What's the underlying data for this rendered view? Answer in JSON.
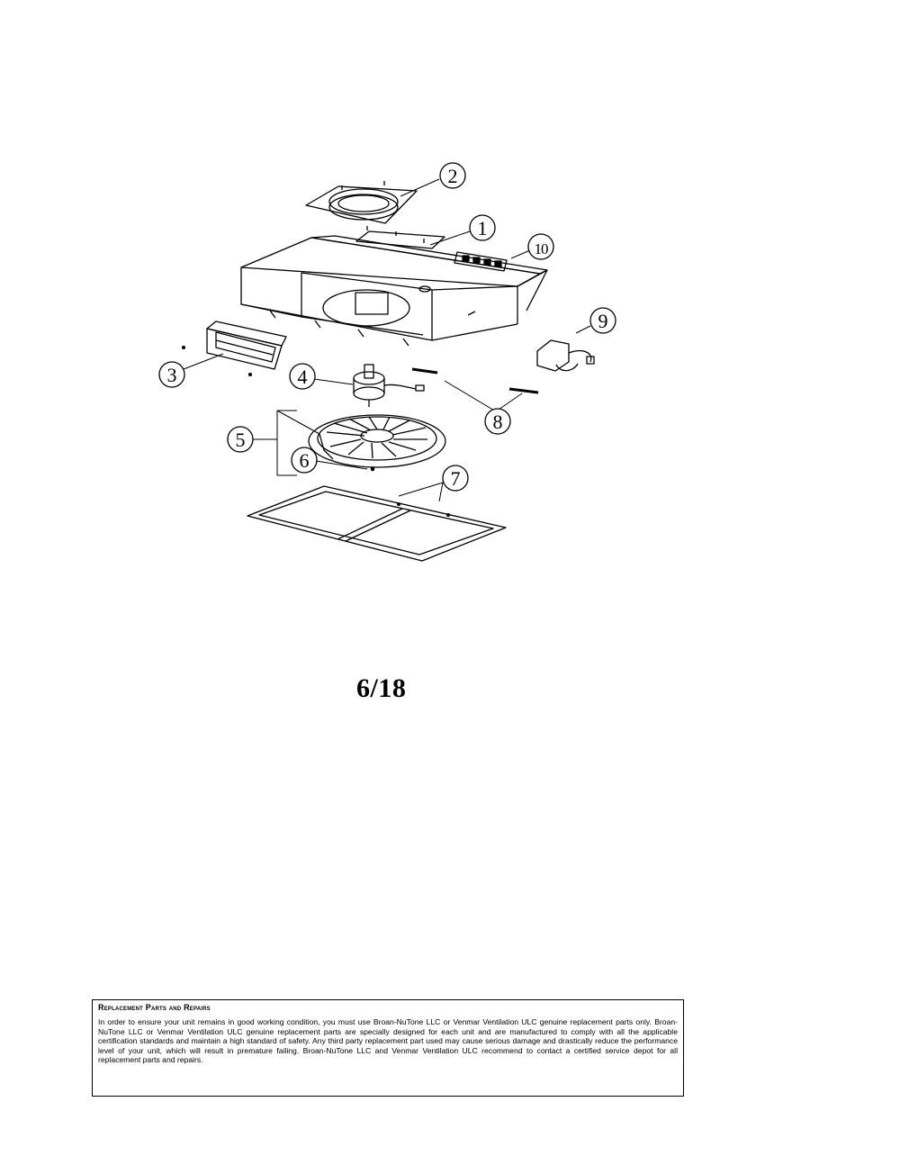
{
  "diagram": {
    "callouts": [
      {
        "id": "1",
        "label": "1"
      },
      {
        "id": "2",
        "label": "2"
      },
      {
        "id": "3",
        "label": "3"
      },
      {
        "id": "4",
        "label": "4"
      },
      {
        "id": "5",
        "label": "5"
      },
      {
        "id": "6",
        "label": "6"
      },
      {
        "id": "7",
        "label": "7"
      },
      {
        "id": "8",
        "label": "8"
      },
      {
        "id": "9",
        "label": "9"
      },
      {
        "id": "10",
        "label": "10"
      }
    ]
  },
  "page_number": "6/18",
  "notice": {
    "title": "Replacement Parts and Repairs",
    "body": "In order to ensure your unit remains in good working condition, you must use Broan-NuTone LLC or Venmar Ventilation ULC genuine replacement parts only. Broan-NuTone LLC or Venmar Ventilation ULC genuine replacement parts are specially designed for each unit and are manufactured to comply with all the applicable certification standards and maintain a high standard of safety. Any third party replacement part used may cause serious damage and drastically reduce the performance level of your unit, which will result in premature failing. Broan-NuTone LLC and Venmar Ventilation ULC recommend to contact a certified service depot for all replacement parts and repairs."
  }
}
